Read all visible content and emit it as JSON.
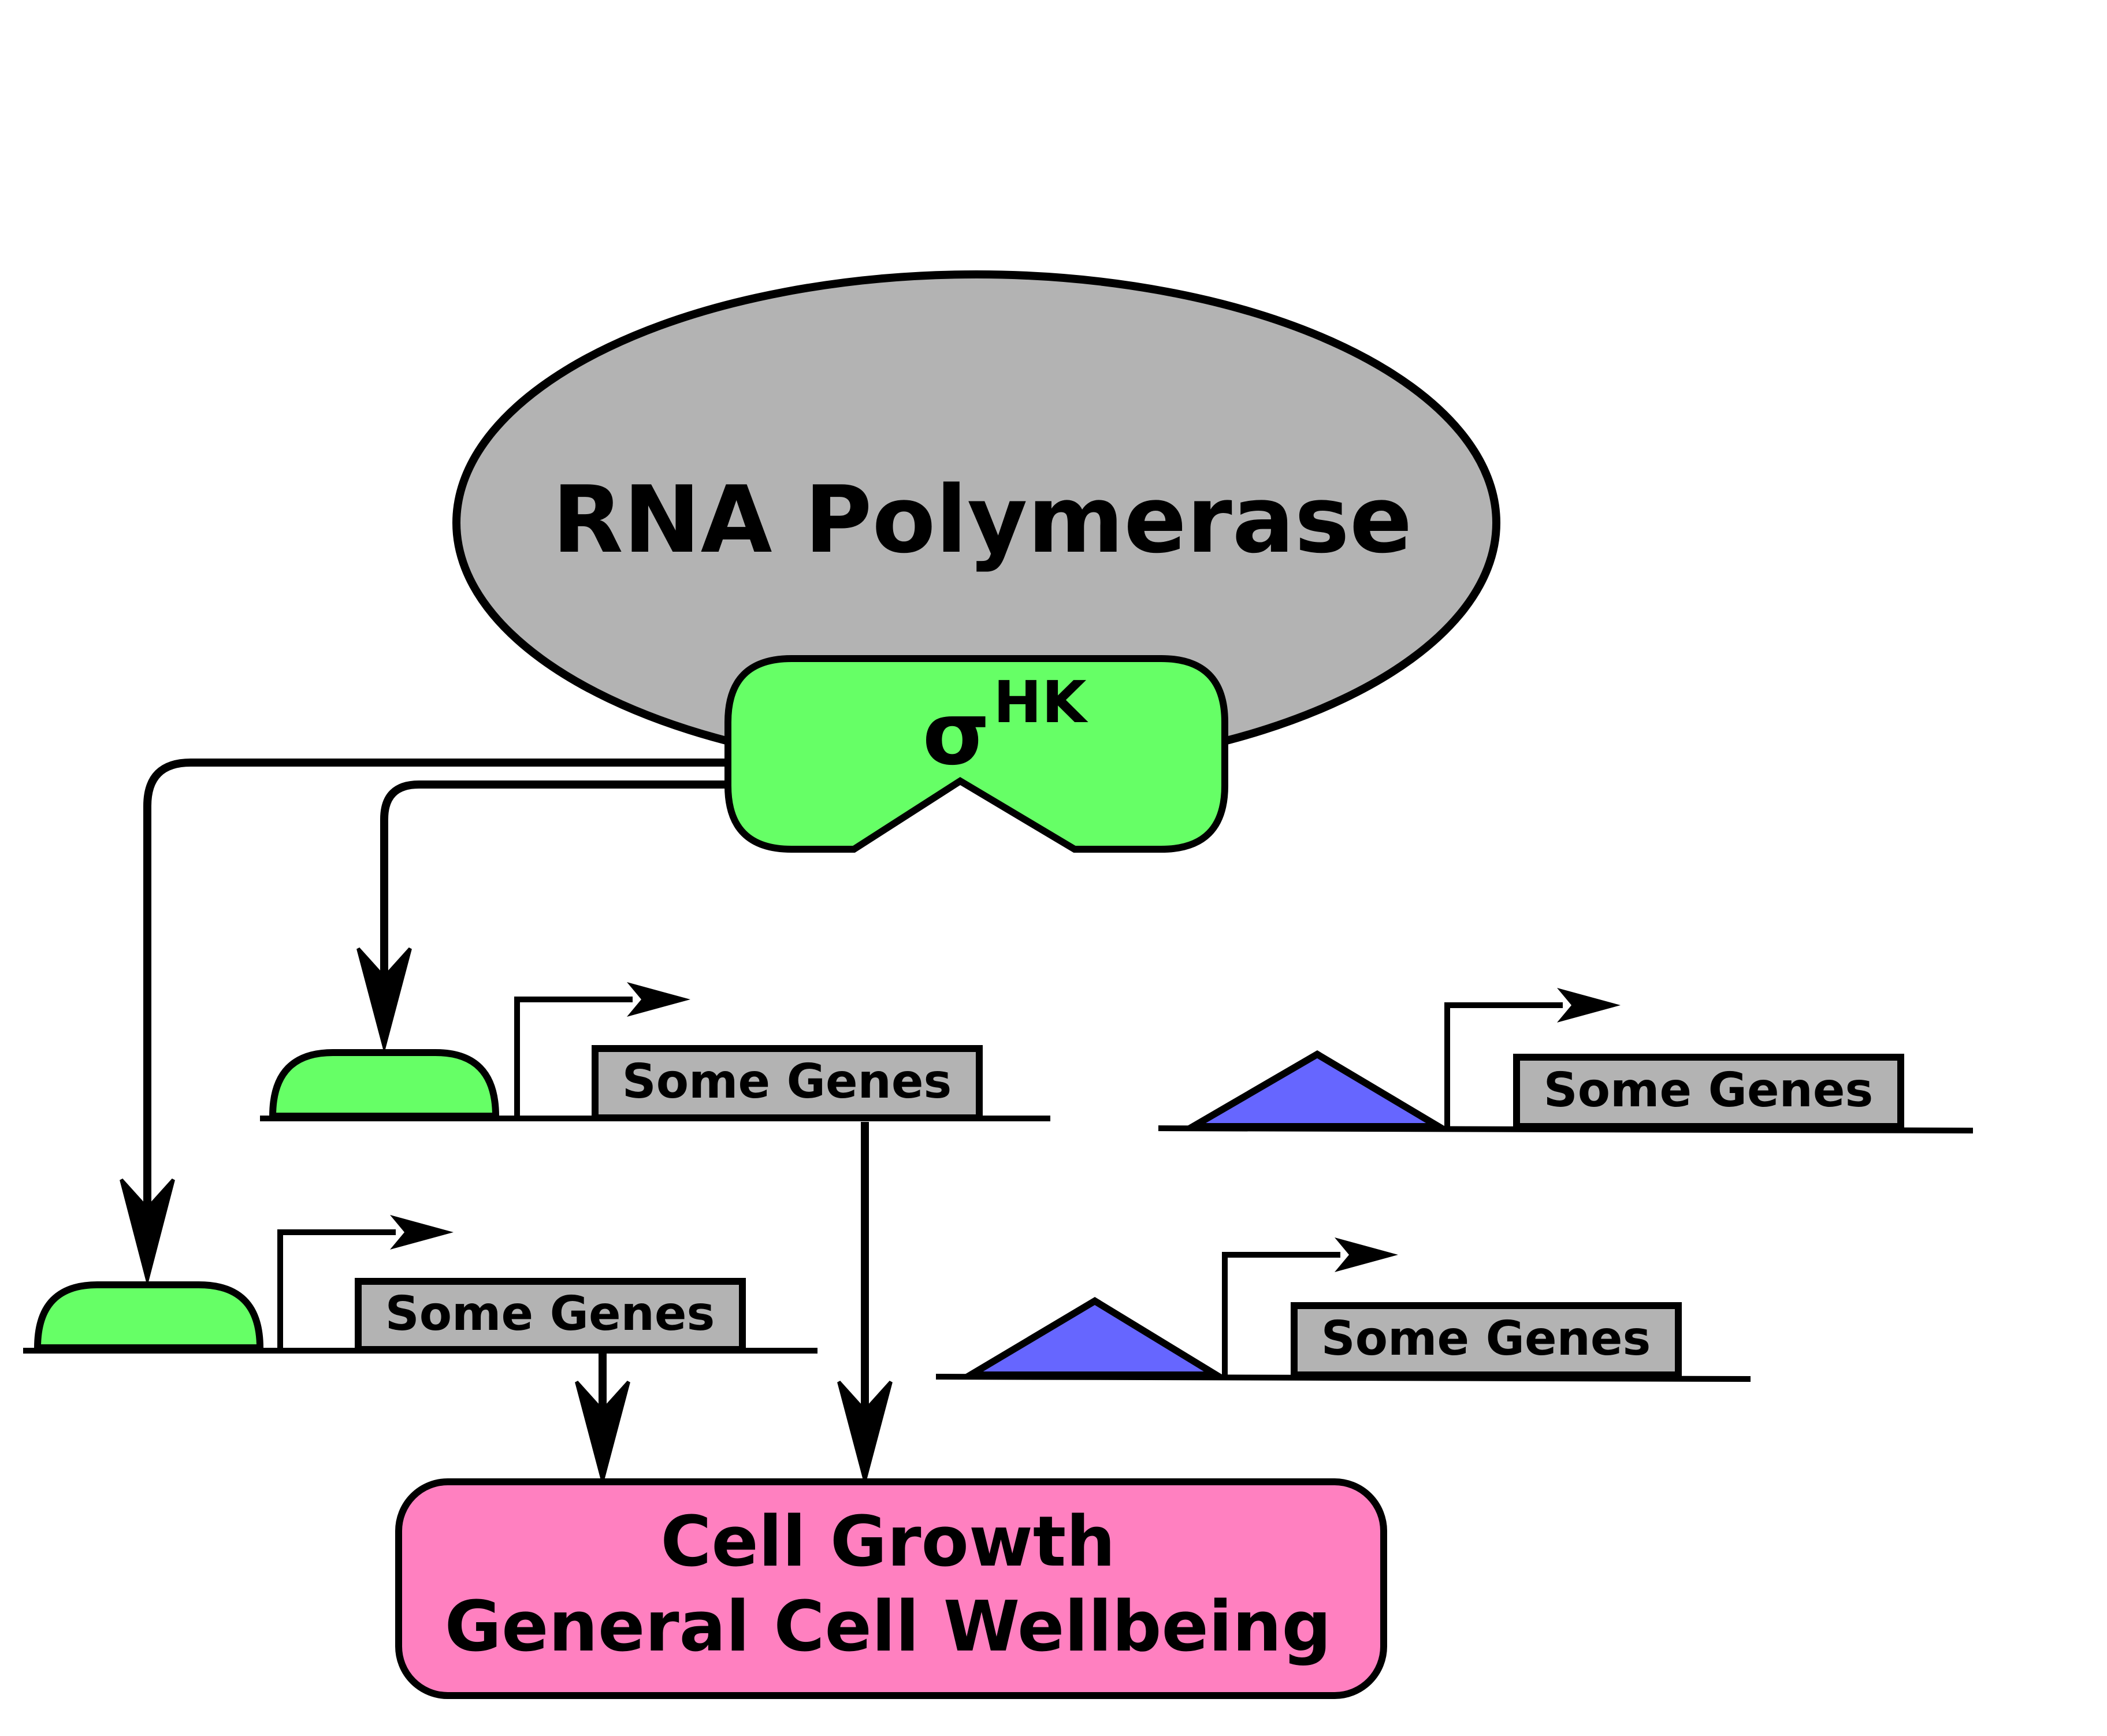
{
  "polymerase": {
    "label": "RNA Polymerase",
    "fill": "#b3b3b3"
  },
  "sigma": {
    "symbol": "σ",
    "superscript": "HK",
    "fill": "#66ff66"
  },
  "genes": {
    "label": "Some Genes",
    "box_fill": "#b3b3b3"
  },
  "colors": {
    "promoter_active": "#66ff66",
    "promoter_other": "#6666ff",
    "stroke": "#000000"
  },
  "outcome": {
    "line1": "Cell Growth",
    "line2": "General Cell Wellbeing",
    "fill": "#ff80c0"
  }
}
